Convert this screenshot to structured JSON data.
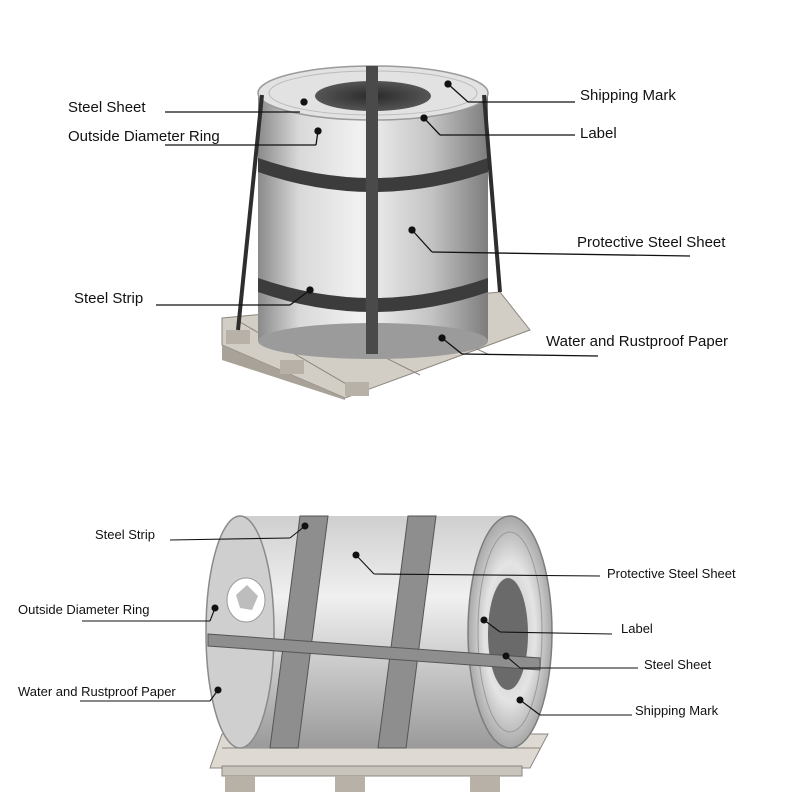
{
  "top_diagram": {
    "labels": {
      "steel_sheet": "Steel Sheet",
      "outside_diameter_ring": "Outside Diameter Ring",
      "steel_strip": "Steel Strip",
      "shipping_mark": "Shipping Mark",
      "label": "Label",
      "protective_steel_sheet": "Protective Steel Sheet",
      "water_rustproof_paper": "Water and Rustproof Paper"
    }
  },
  "bottom_diagram": {
    "labels": {
      "steel_strip": "Steel Strip",
      "outside_diameter_ring": "Outside Diameter Ring",
      "water_rustproof_paper": "Water and Rustproof Paper",
      "protective_steel_sheet": "Protective Steel Sheet",
      "label": "Label",
      "steel_sheet": "Steel Sheet",
      "shipping_mark": "Shipping Mark"
    }
  },
  "colors": {
    "steel_light": "#e6e6e6",
    "steel_mid": "#b5b5b5",
    "steel_dark": "#7a7a7a",
    "strap": "#3a3a3a",
    "wood": "#c9c4bc",
    "leader": "#111111"
  }
}
